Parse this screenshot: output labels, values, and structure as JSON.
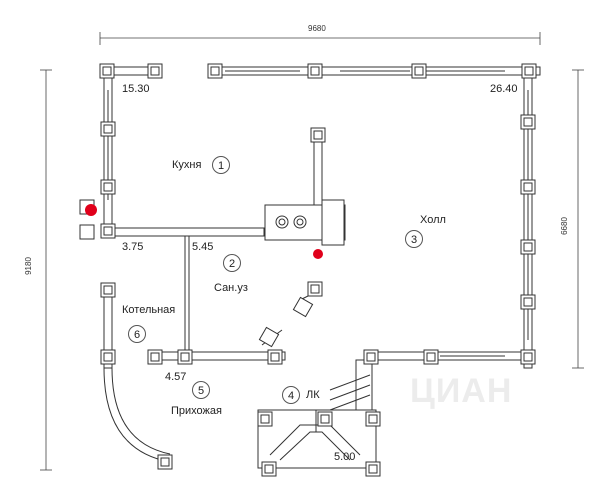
{
  "dimensions": {
    "top": "9680",
    "left": "9180",
    "right": "6680"
  },
  "rooms": [
    {
      "id": "kitchen",
      "name": "Кухня",
      "number": "1"
    },
    {
      "id": "bathroom",
      "name": "Сан.уз",
      "number": "2"
    },
    {
      "id": "hall",
      "name": "Холл",
      "number": "3"
    },
    {
      "id": "porch",
      "name": "ЛК",
      "number": "4"
    },
    {
      "id": "entrance",
      "name": "Прихожая",
      "number": "5"
    },
    {
      "id": "boiler",
      "name": "Котельная",
      "number": "6"
    }
  ],
  "areas": {
    "kitchen": "15.30",
    "hall": "26.40",
    "wc_left": "3.75",
    "wc_right": "5.45",
    "entrance": "4.57",
    "stairs": "5.00"
  },
  "watermark": "ЦИАН",
  "colors": {
    "wall": "#333333",
    "column_fill": "#ffffff",
    "marker": "#e0001b"
  }
}
